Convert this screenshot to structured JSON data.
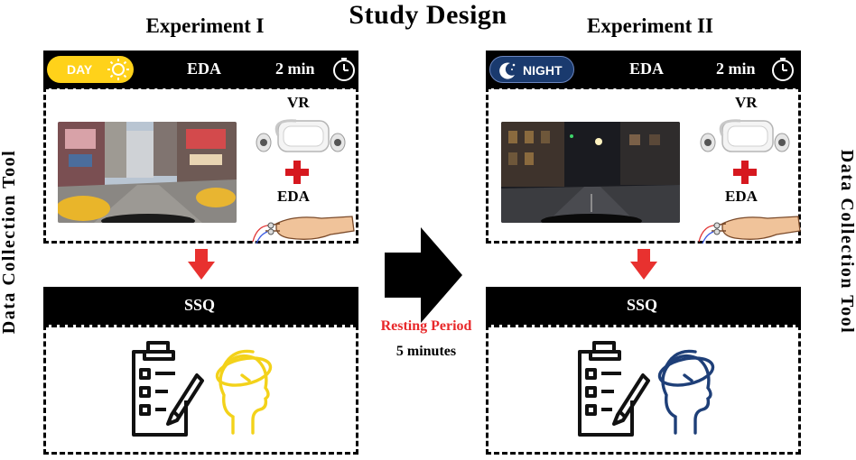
{
  "title": "Study Design",
  "side_label": "Data Collection Tool",
  "experiments": [
    {
      "title": "Experiment I",
      "mode_label": "DAY",
      "signal_label": "EDA",
      "duration": "2 min",
      "vr_label": "VR",
      "eda_label": "EDA",
      "questionnaire_label": "SSQ",
      "head_color": "#f3d21a"
    },
    {
      "title": "Experiment II",
      "mode_label": "NIGHT",
      "signal_label": "EDA",
      "duration": "2 min",
      "vr_label": "VR",
      "eda_label": "EDA",
      "questionnaire_label": "SSQ",
      "head_color": "#1e3f78"
    }
  ],
  "resting": {
    "label": "Resting Period",
    "duration": "5 minutes"
  },
  "colors": {
    "arrow_red": "#e8312f",
    "plus_red": "#d6181f",
    "day_yellow": "#ffd21a",
    "night_blue": "#1a3a6e"
  }
}
